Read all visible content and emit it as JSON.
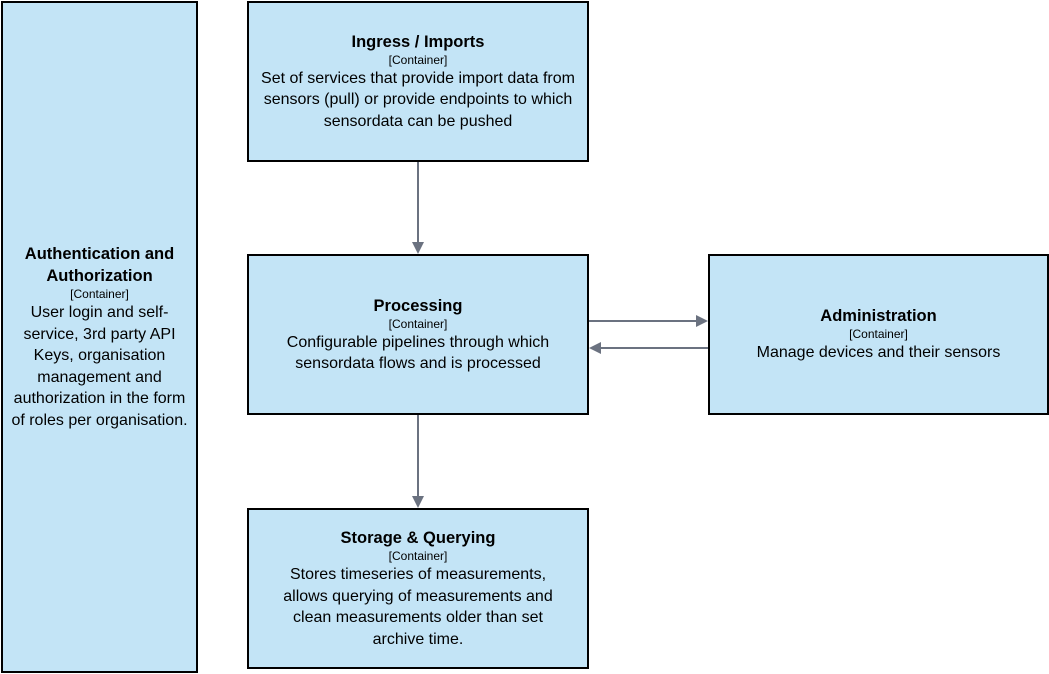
{
  "colors": {
    "box_fill": "#c3e4f6",
    "box_border": "#000000",
    "connector": "#6b7280"
  },
  "containers": {
    "auth": {
      "title": "Authentication and Authorization",
      "tag": "[Container]",
      "description": "User login and self-service, 3rd party API Keys, organisation management and authorization in the form of roles per organisation."
    },
    "ingress": {
      "title": "Ingress / Imports",
      "tag": "[Container]",
      "description": "Set of services that provide import data from sensors (pull) or provide endpoints to which sensordata can be pushed"
    },
    "processing": {
      "title": "Processing",
      "tag": "[Container]",
      "description": "Configurable pipelines through which sensordata flows and is processed"
    },
    "admin": {
      "title": "Administration",
      "tag": "[Container]",
      "description": "Manage devices and their sensors"
    },
    "storage": {
      "title": "Storage & Querying",
      "tag": "[Container]",
      "description": "Stores timeseries of measurements, allows querying of measurements and clean measurements older than set archive time."
    }
  },
  "connectors": [
    {
      "from": "ingress",
      "to": "processing"
    },
    {
      "from": "processing",
      "to": "admin"
    },
    {
      "from": "admin",
      "to": "processing"
    },
    {
      "from": "processing",
      "to": "storage"
    }
  ]
}
